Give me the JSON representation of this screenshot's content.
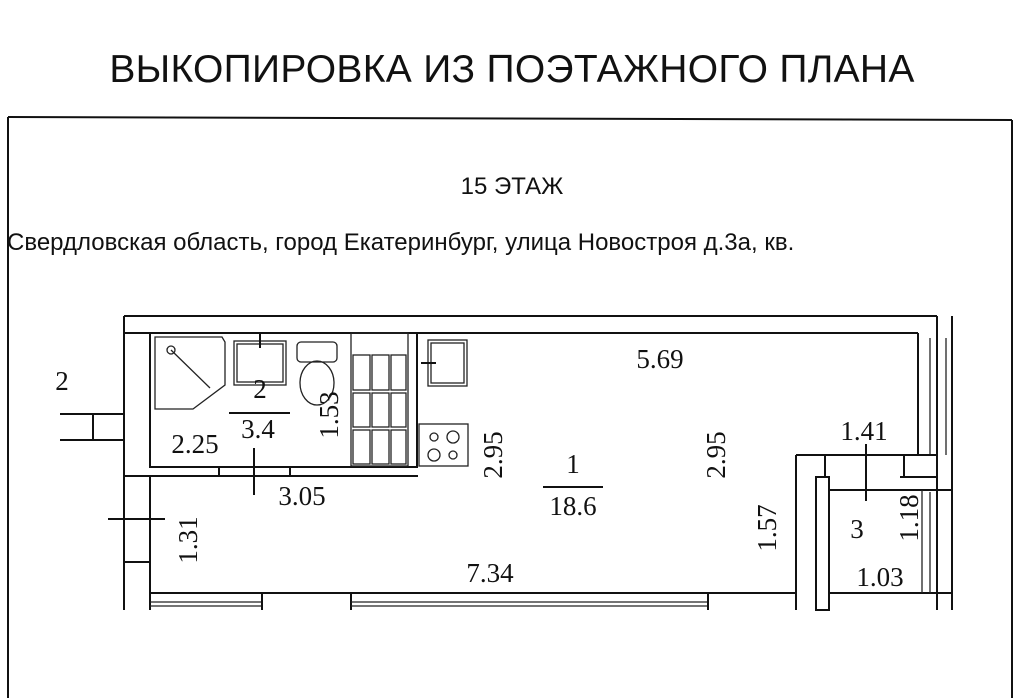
{
  "title": "ВЫКОПИРОВКА ИЗ ПОЭТАЖНОГО ПЛАНА",
  "floor": "15 ЭТАЖ",
  "address": "Свердловская область, город Екатеринбург, улица Новостроя д.3а, кв.",
  "plan": {
    "neighbor_label": "2",
    "room1": {
      "number": "1",
      "area": "18.6",
      "dim_top": "5.69",
      "dim_left": "2.95",
      "dim_right": "2.95",
      "dim_bottom": "7.34",
      "dim_hall": "1.31",
      "dim_niche": "1.57"
    },
    "room2": {
      "number": "2",
      "area": "3.4",
      "dim_width": "2.25",
      "dim_height": "1.53",
      "dim_bottom": "3.05"
    },
    "room3": {
      "number": "3",
      "area_top": "1.41",
      "dim_height": "1.18",
      "dim_width": "1.03"
    }
  }
}
